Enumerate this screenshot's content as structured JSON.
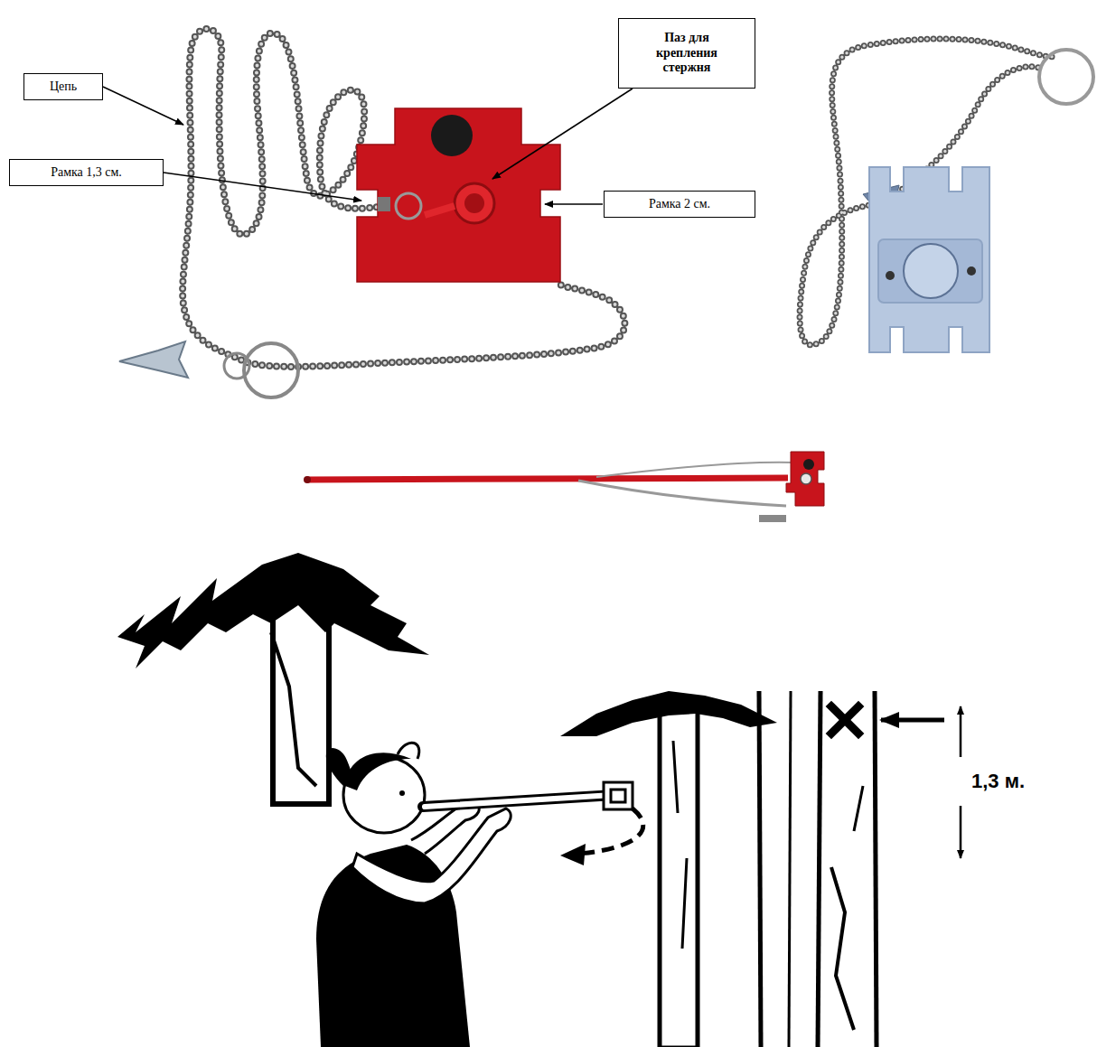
{
  "diagram": {
    "nodes": [
      {
        "text": [
          "Цепь"
        ]
      },
      {
        "text": [
          "Паз для крепления стержня"
        ]
      },
      {
        "text": [
          "Рамка 1,3 см."
        ]
      },
      {
        "text": [
          "Рамка 2 см."
        ]
      }
    ],
    "labels": [
      "1,3 м."
    ]
  }
}
